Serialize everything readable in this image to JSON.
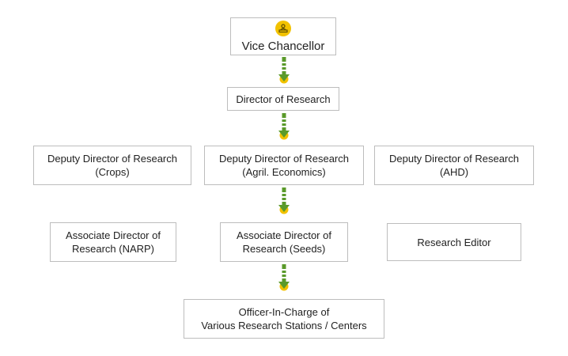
{
  "chart": {
    "vice_chancellor": "Vice Chancellor",
    "director": "Director of Research",
    "deputies": [
      {
        "line1": "Deputy Director of Research",
        "line2": "(Crops)"
      },
      {
        "line1": "Deputy Director of Research",
        "line2": "(Agril. Economics)"
      },
      {
        "line1": "Deputy Director of Research",
        "line2": "(AHD)"
      }
    ],
    "associates": [
      {
        "line1": "Associate Director of",
        "line2": "Research (NARP)"
      },
      {
        "line1": "Associate Director of",
        "line2": "Research (Seeds)"
      }
    ],
    "editor": "Research Editor",
    "officer": {
      "line1": "Officer-In-Charge of",
      "line2": "Various Research Stations / Centers"
    }
  },
  "icons": {
    "vice_chancellor_icon": "person-at-desk-icon",
    "connector_arrow": "down-arrow-icon"
  },
  "colors": {
    "arrow_green": "#5a9a2a",
    "dot_yellow": "#f2c200",
    "box_border": "#bdbdbd",
    "text": "#222222"
  }
}
